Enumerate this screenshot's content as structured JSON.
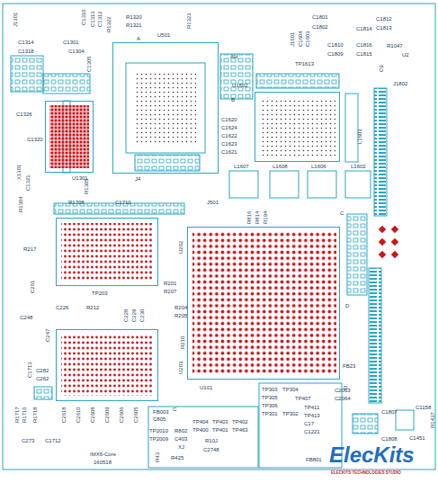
{
  "diagram": {
    "nodes": [
      {
        "text": [
          "U501"
        ]
      },
      {
        "text": [
          "U1602"
        ]
      },
      {
        "text": [
          "U202"
        ]
      },
      {
        "text": [
          "U203"
        ]
      },
      {
        "text": [
          "U101"
        ]
      },
      {
        "text": [
          "U1301"
        ]
      }
    ],
    "labels": [
      "J1301",
      "C1310",
      "C1313",
      "C1312",
      "R1322",
      "R1320",
      "R1321",
      "R1323",
      "C1314",
      "C1301",
      "C1318",
      "C1304",
      "C1305",
      "C1326",
      "C1320",
      "X1301",
      "C1321",
      "R1305",
      "R1304",
      "R1708",
      "C1710",
      "J4",
      "J501",
      "A",
      "AH",
      "B",
      "J1601",
      "C1604",
      "C1603",
      "C1801",
      "C1802",
      "C1810",
      "C1809",
      "TP1613",
      "C1816",
      "C1815",
      "C1814",
      "C1812",
      "C1813",
      "R1047",
      "U2",
      "C9",
      "J1802",
      "C1620",
      "C1624",
      "C1622",
      "C1623",
      "C1621",
      "L1607",
      "L1608",
      "L1606",
      "L1602",
      "L1603",
      "R816",
      "R814",
      "R194",
      "C",
      "R217",
      "C261",
      "TP203",
      "R201",
      "R207",
      "C226",
      "R212",
      "C248",
      "C247",
      "C228",
      "C229",
      "C230",
      "R204",
      "R205",
      "R210",
      "C1713",
      "C282",
      "C262",
      "D",
      "FB23",
      "D",
      "C2063",
      "C2064",
      "TP303",
      "TP304",
      "TP305",
      "TP306",
      "TP301",
      "TP302",
      "TP407",
      "TP411",
      "TP413",
      "C17",
      "C1221",
      "FB801",
      "C1807",
      "C1808",
      "C1158",
      "R1437",
      "C1451",
      "FB003",
      "C805",
      "C",
      "TP404",
      "TP403",
      "TP402",
      "TP2010",
      "R802",
      "TP400",
      "TP401",
      "TP463",
      "TP2009",
      "C403",
      "R10J",
      "XJ",
      "C2748",
      "R425",
      "R43",
      "R1717",
      "R1716",
      "R1718",
      "C2618",
      "C2610",
      "C2608",
      "C2609",
      "C2606",
      "C2605",
      "C273",
      "C1712",
      "IMX6-Core",
      "160518",
      "ElecKits",
      "ELECKITS TECHNOLOGIES STUDIO"
    ]
  }
}
